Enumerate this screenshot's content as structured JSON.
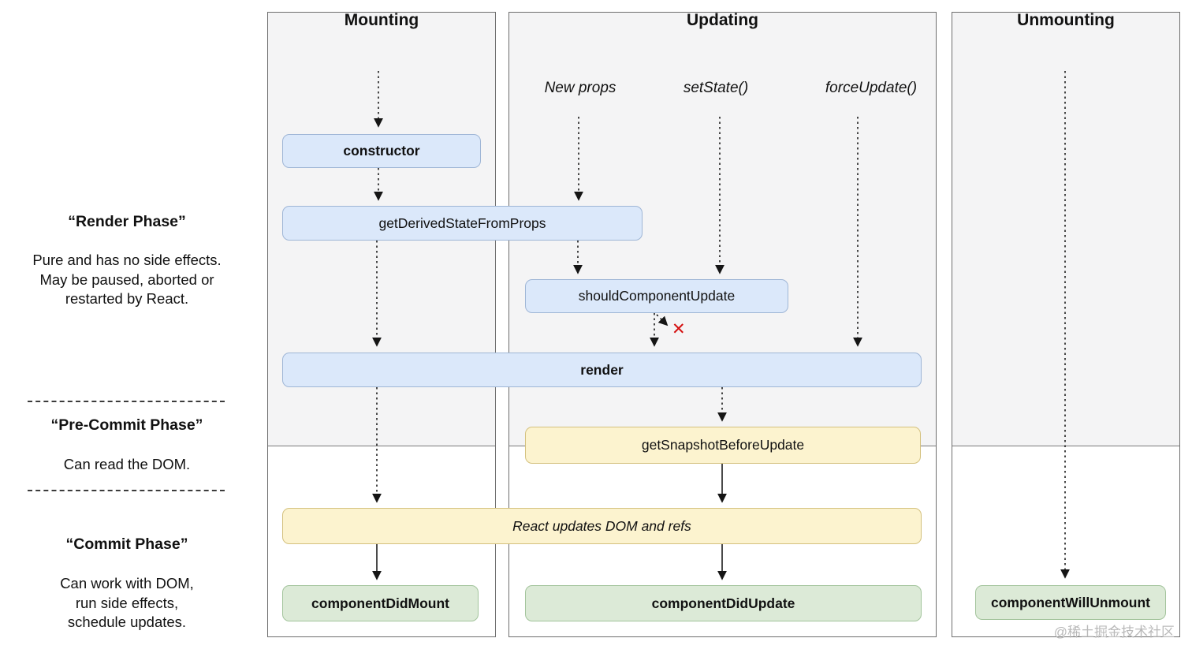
{
  "columns": {
    "mounting": {
      "title": "Mounting"
    },
    "updating": {
      "title": "Updating",
      "triggers": [
        "New props",
        "setState()",
        "forceUpdate()"
      ]
    },
    "unmounting": {
      "title": "Unmounting"
    }
  },
  "phases": {
    "render": {
      "title": "“Render Phase”",
      "desc": "Pure and has no side effects.\nMay be paused, aborted or\nrestarted by React."
    },
    "pre_commit": {
      "title": "“Pre-Commit Phase”",
      "desc": "Can read the DOM."
    },
    "commit": {
      "title": "“Commit Phase”",
      "desc": "Can work with DOM,\nrun side effects,\nschedule updates."
    }
  },
  "boxes": {
    "constructor": "constructor",
    "get_derived_state_from_props": "getDerivedStateFromProps",
    "should_component_update": "shouldComponentUpdate",
    "render": "render",
    "get_snapshot_before_update": "getSnapshotBeforeUpdate",
    "react_updates_dom": "React updates DOM and refs",
    "component_did_mount": "componentDidMount",
    "component_did_update": "componentDidUpdate",
    "component_will_unmount": "componentWillUnmount"
  },
  "icons": {
    "reject_x": "✕"
  },
  "colors": {
    "box_blue": "#dbe8fa",
    "box_blue_border": "#9fb6d6",
    "box_yellow": "#fcf3cf",
    "box_yellow_border": "#d4c17e",
    "box_green": "#dcead7",
    "box_green_border": "#a3c49c",
    "render_phase_bg": "#f4f4f5",
    "reject_x": "#d40f0f"
  },
  "watermark": "@稀土掘金技术社区"
}
